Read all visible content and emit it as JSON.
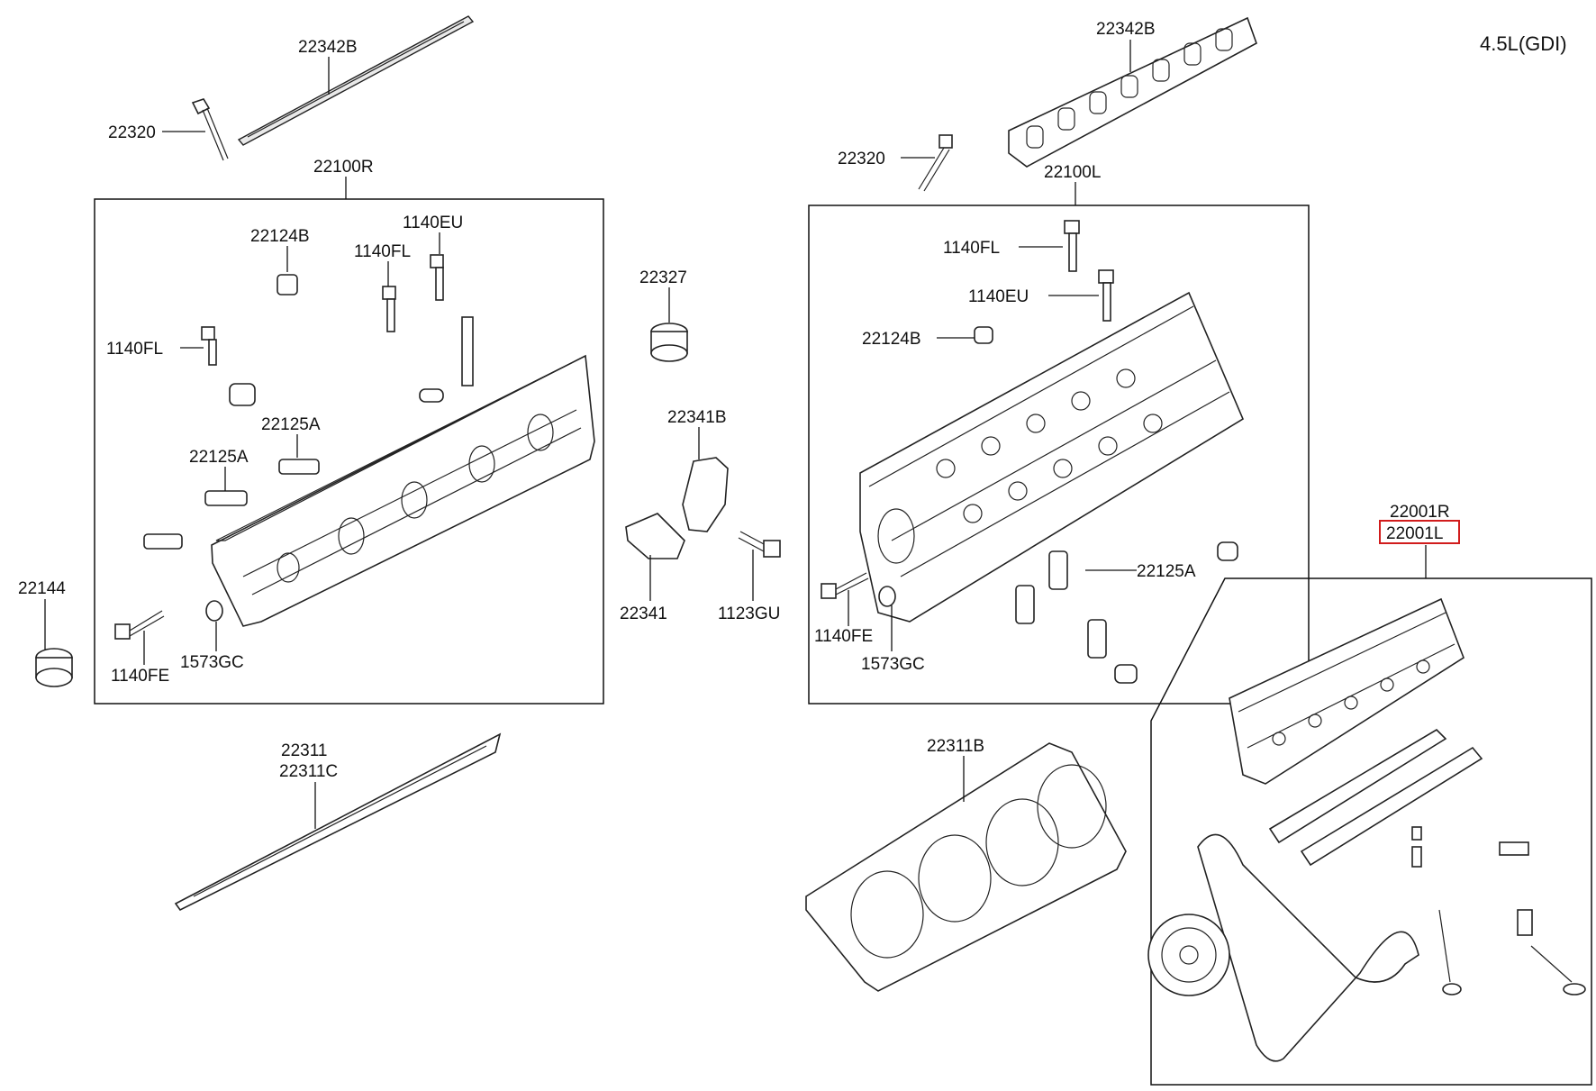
{
  "engine_label": "4.5L(GDI)",
  "callouts": {
    "c1": "22342B",
    "c2": "22320",
    "c3": "22100R",
    "c4": "22124B",
    "c5": "1140EU",
    "c6": "1140FL",
    "c7": "1140FL",
    "c8": "22125A",
    "c9": "22125A",
    "c10": "22144",
    "c11": "1140FE",
    "c12": "1573GC",
    "c13": "22311",
    "c14": "22311C",
    "c15": "22327",
    "c16": "22341B",
    "c17": "22341",
    "c18": "1123GU",
    "c19": "22342B",
    "c20": "22320",
    "c21": "22100L",
    "c22": "1140FL",
    "c23": "1140EU",
    "c24": "22124B",
    "c25": "22125A",
    "c26": "1140FE",
    "c27": "1573GC",
    "c28": "22311B",
    "c29": "22001R",
    "c30": "22001L"
  },
  "highlight_color": "#d11c1c"
}
